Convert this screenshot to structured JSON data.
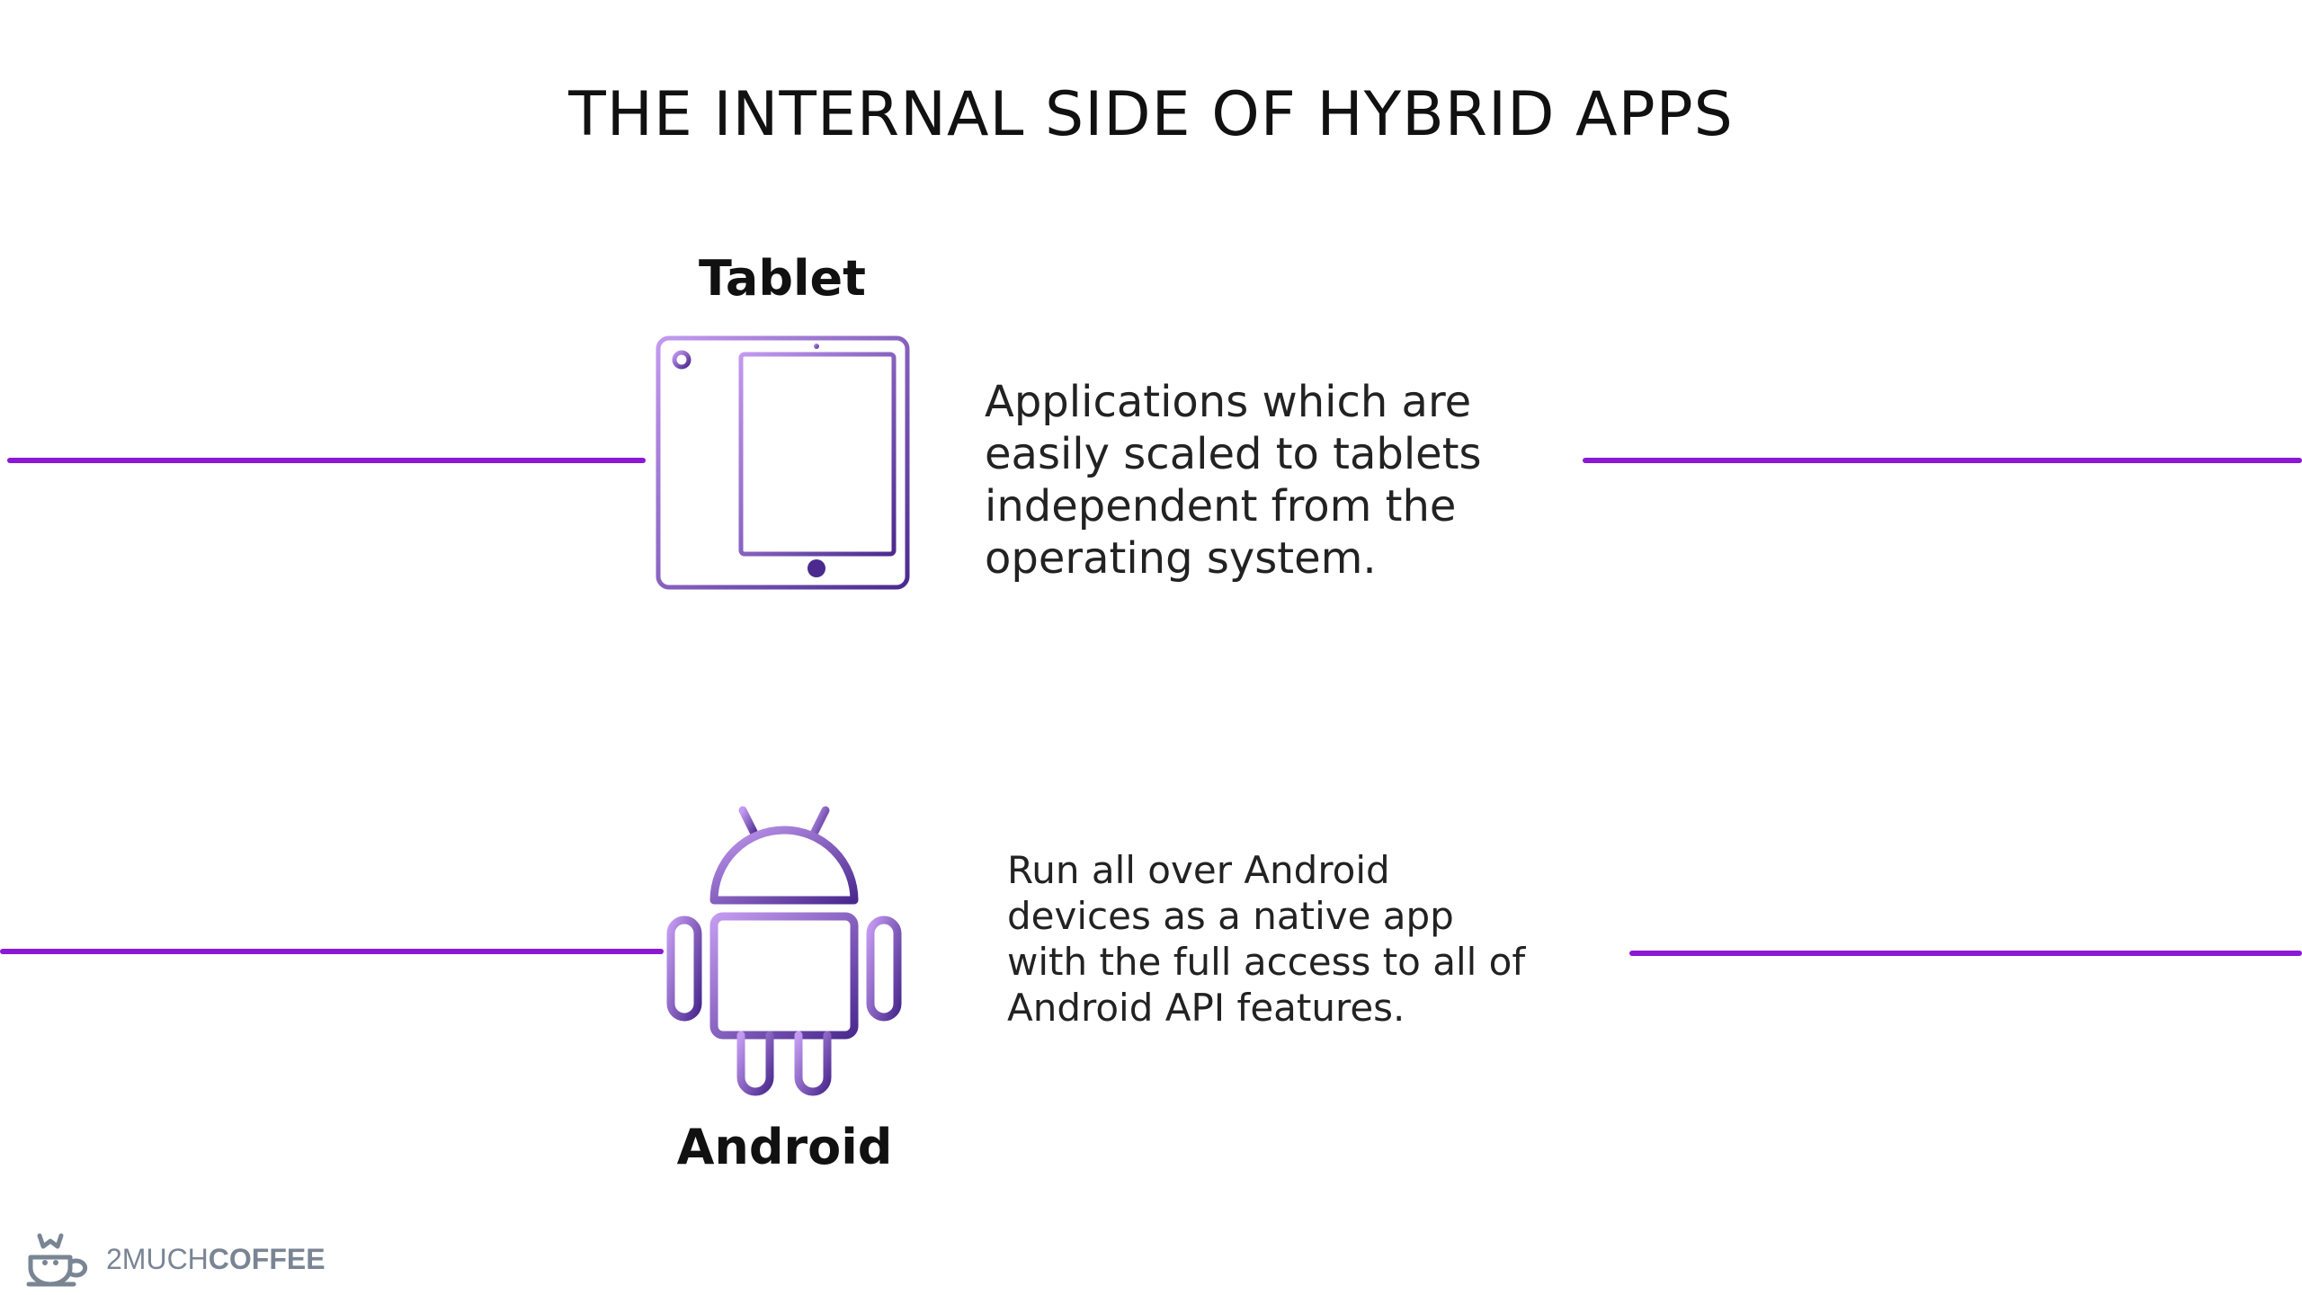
{
  "slide": {
    "title": "THE INTERNAL SIDE OF HYBRID APPS",
    "accent_color": "#8a19d6",
    "icon_gradient": [
      "#b98be6",
      "#4b2a8f"
    ]
  },
  "tablet": {
    "label": "Tablet",
    "icon": "tablet-icon",
    "description_lines": [
      "Applications which are",
      "easily scaled to tablets",
      "independent from the",
      "operating system."
    ]
  },
  "android": {
    "label": "Android",
    "icon": "android-robot-icon",
    "description_lines": [
      "Run all over Android",
      "devices as a native app",
      "with the full access to all of",
      "Android API features."
    ]
  },
  "logo": {
    "icon": "coffee-cup-logo-icon",
    "text_light": "2MUCH",
    "text_bold": "COFFEE"
  }
}
